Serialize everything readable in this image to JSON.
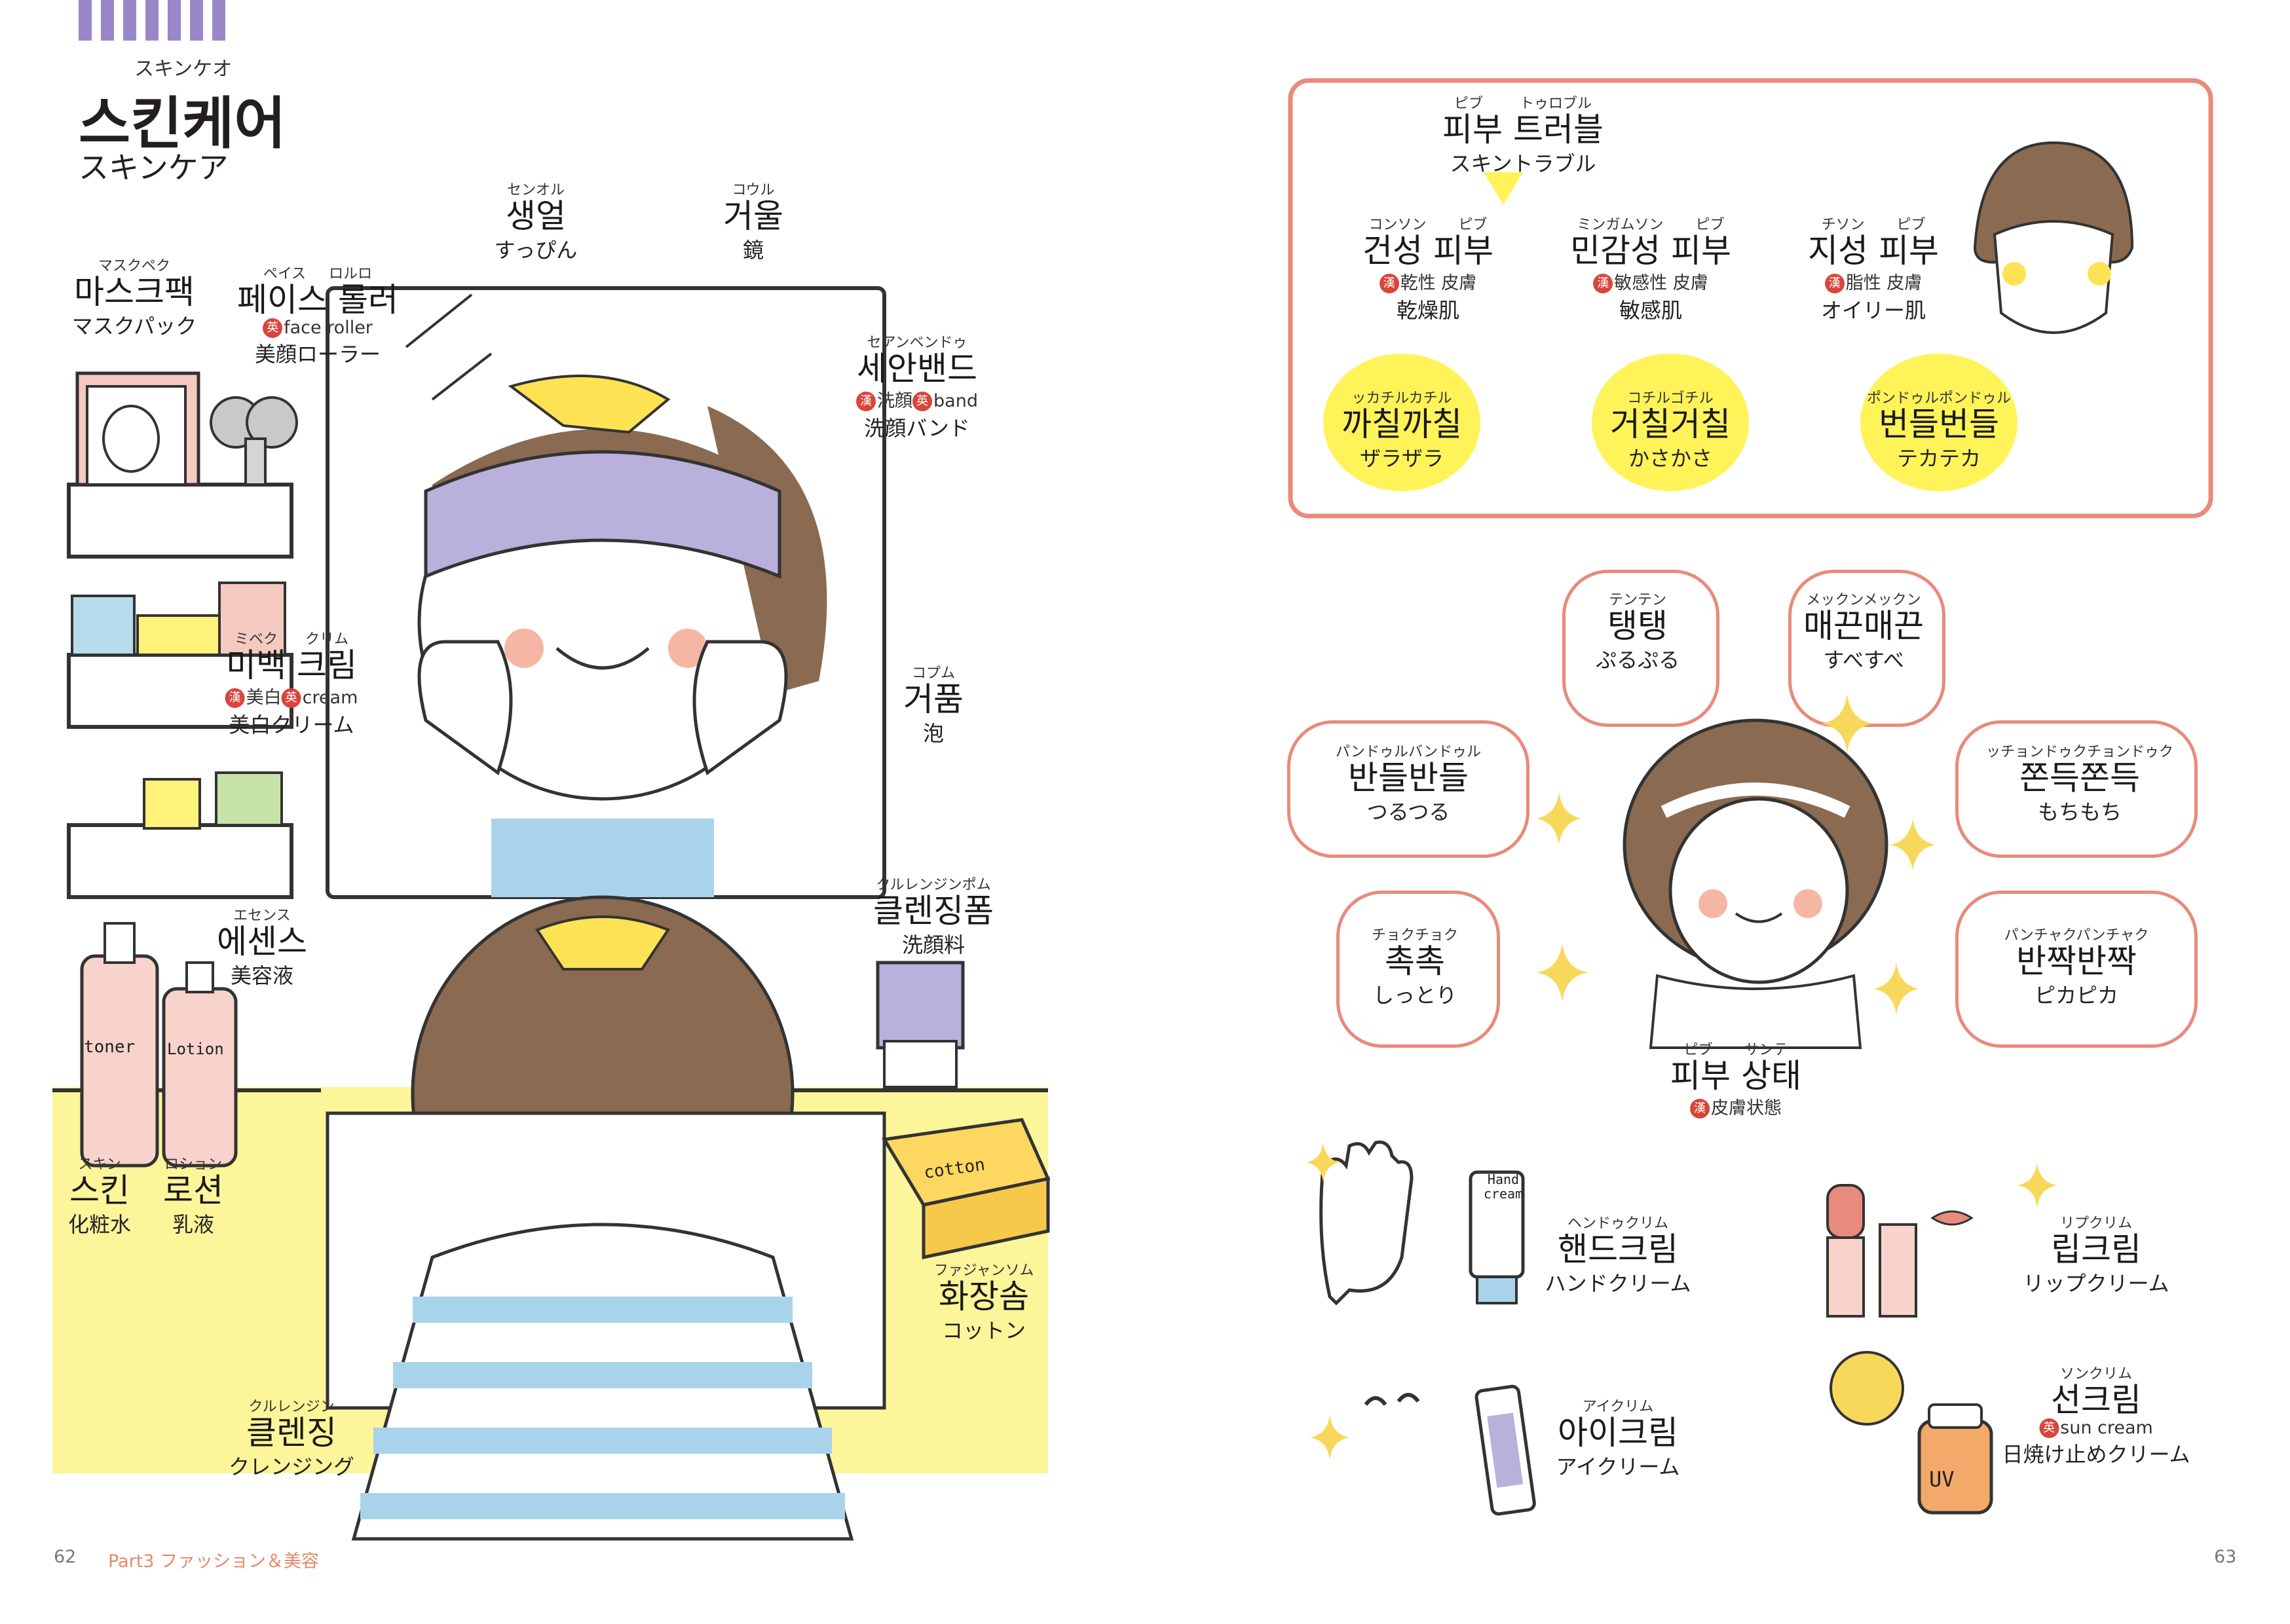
{
  "left": {
    "title": {
      "ruby": "スキンケオ",
      "ko": "스킨케어",
      "ja": "スキンケア"
    },
    "items": {
      "mask": {
        "ruby": "マスクペク",
        "ko": "마스크팩",
        "ja": "マスクパック"
      },
      "roller": {
        "ruby1": "ペイス",
        "ruby2": "ロルロ",
        "ko": "페이스 롤러",
        "orig": "face roller",
        "ja": "美顔ローラー"
      },
      "bare": {
        "ruby": "センオル",
        "ko": "생얼",
        "ja": "すっぴん"
      },
      "mirror": {
        "ruby": "コウル",
        "ko": "거울",
        "ja": "鏡"
      },
      "band": {
        "ruby": "セアンベンドゥ",
        "ko": "세안밴드",
        "orig1": "洗顔",
        "orig2": "band",
        "ja": "洗顔バンド"
      },
      "whitening": {
        "ruby1": "ミベク",
        "ruby2": "クリム",
        "ko": "미백 크림",
        "orig1": "美白",
        "orig2": "cream",
        "ja": "美白クリーム"
      },
      "foam": {
        "ruby": "コプム",
        "ko": "거품",
        "ja": "泡"
      },
      "essence": {
        "ruby": "エセンス",
        "ko": "에센스",
        "ja": "美容液"
      },
      "cleansing_foam": {
        "ruby": "クルレンジンポム",
        "ko": "클렌징폼",
        "ja": "洗顔料"
      },
      "skin": {
        "ruby": "スキン",
        "ko": "스킨",
        "ja": "化粧水"
      },
      "lotion": {
        "ruby": "ロション",
        "ko": "로션",
        "ja": "乳液"
      },
      "cotton": {
        "ruby": "ファジャンソム",
        "ko": "화장솜",
        "ja": "コットン"
      },
      "cleansing": {
        "ruby": "クルレンジン",
        "ko": "클렌징",
        "ja": "クレンジング"
      }
    },
    "bottle_text": {
      "toner": "toner",
      "lotion": "Lotion",
      "cotton": "cotton"
    },
    "footer": {
      "page": "62",
      "part": "Part3 ファッション＆美容"
    }
  },
  "right": {
    "trouble": {
      "ruby1": "ピブ",
      "ruby2": "トゥロブル",
      "ko": "피부 트러블",
      "ja": "スキントラブル"
    },
    "types": [
      {
        "ruby1": "コンソン",
        "ruby2": "ピブ",
        "ko": "건성 피부",
        "orig": "乾性 皮膚",
        "ja": "乾燥肌"
      },
      {
        "ruby1": "ミンガムソン",
        "ruby2": "ピブ",
        "ko": "민감성 피부",
        "orig": "敏感性 皮膚",
        "ja": "敏感肌"
      },
      {
        "ruby1": "チソン",
        "ruby2": "ピブ",
        "ko": "지성 피부",
        "orig": "脂性 皮膚",
        "ja": "オイリー肌"
      }
    ],
    "onomato_yellow": [
      {
        "ruby": "ッカチルカチル",
        "ko": "까칠까칠",
        "ja": "ザラザラ"
      },
      {
        "ruby": "コチルゴチル",
        "ko": "거칠거칠",
        "ja": "かさかさ"
      },
      {
        "ruby": "ポンドゥルポンドゥル",
        "ko": "번들번들",
        "ja": "テカテカ"
      }
    ],
    "bubbles": [
      {
        "ruby": "テンテン",
        "ko": "탱탱",
        "ja": "ぷるぷる"
      },
      {
        "ruby": "メックンメックン",
        "ko": "매끈매끈",
        "ja": "すべすべ"
      },
      {
        "ruby": "パンドゥルバンドゥル",
        "ko": "반들반들",
        "ja": "つるつる"
      },
      {
        "ruby": "ッチョンドゥクチョンドゥク",
        "ko": "쫀득쫀득",
        "ja": "もちもち"
      },
      {
        "ruby": "チョクチョク",
        "ko": "촉촉",
        "ja": "しっとり"
      },
      {
        "ruby": "パンチャクパンチャク",
        "ko": "반짝반짝",
        "ja": "ピカピカ"
      }
    ],
    "condition": {
      "ruby1": "ピブ",
      "ruby2": "サンテ",
      "ko": "피부 상태",
      "orig": "皮膚状態"
    },
    "products": {
      "hand": {
        "ruby": "ヘンドゥクリム",
        "ko": "핸드크림",
        "ja": "ハンドクリーム"
      },
      "lip": {
        "ruby": "リプクリム",
        "ko": "립크림",
        "ja": "リップクリーム"
      },
      "eye": {
        "ruby": "アイクリム",
        "ko": "아이크림",
        "ja": "アイクリーム"
      },
      "sun": {
        "ruby": "ソンクリム",
        "ko": "선크림",
        "orig": "sun cream",
        "ja": "日焼け止めクリーム"
      }
    },
    "tube_text": {
      "hand": "Hand cream",
      "uv": "UV"
    },
    "footer": {
      "page": "63"
    }
  },
  "badges": {
    "kanji": "漢",
    "english": "英"
  },
  "colors": {
    "purple_band": "#a99bd1",
    "yellow": "#fff35a",
    "orange_outline": "#e88a7c",
    "hair": "#8a6a50",
    "cheek": "#f6b6a4",
    "counter_yellow": "#fdf59a",
    "stripe_blue": "#a9d3ea"
  }
}
